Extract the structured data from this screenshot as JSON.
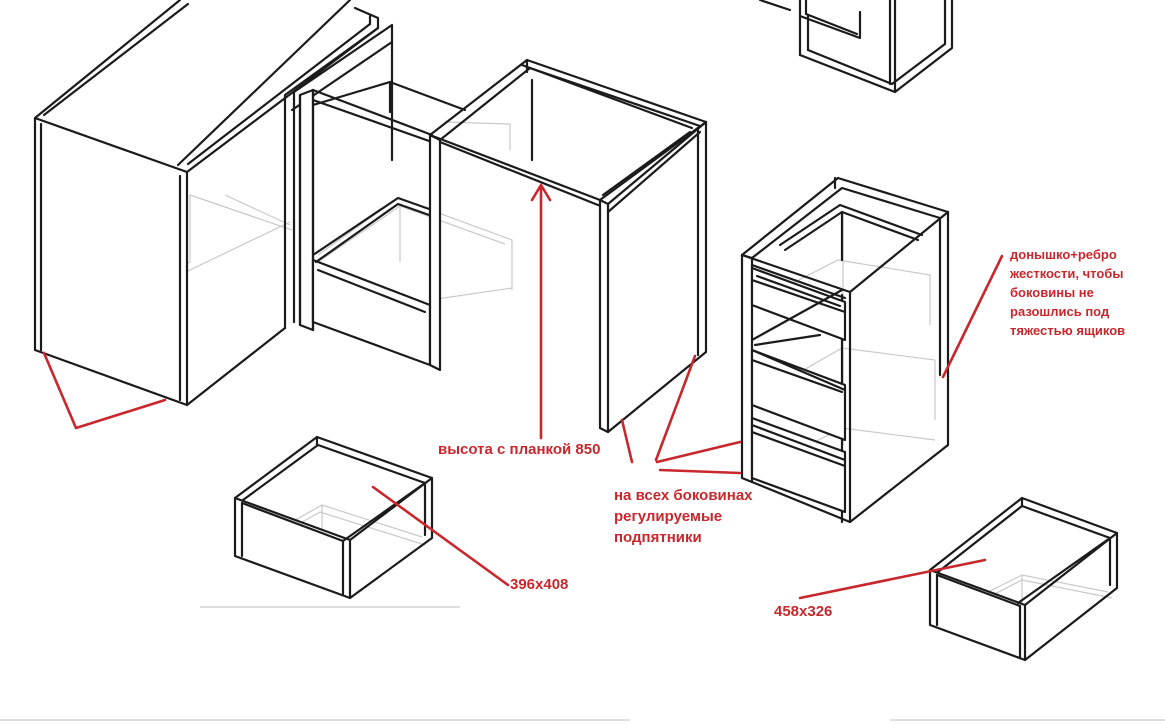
{
  "colors": {
    "outline": "#1b1b1b",
    "hidden_line": "#c9c9c9",
    "annotation": "#c8282d",
    "background": "#ffffff"
  },
  "annotations": {
    "height": "высота с планкой 850",
    "feet": "на всех боковинах\nрегулируемые\nподпятники",
    "bottom_rib": "донышко+ребро\nжесткости, чтобы\nбоковины не\nразошлись под\nтяжестью ящиков",
    "drawer_1": "396х408",
    "drawer_2": "458х326"
  }
}
